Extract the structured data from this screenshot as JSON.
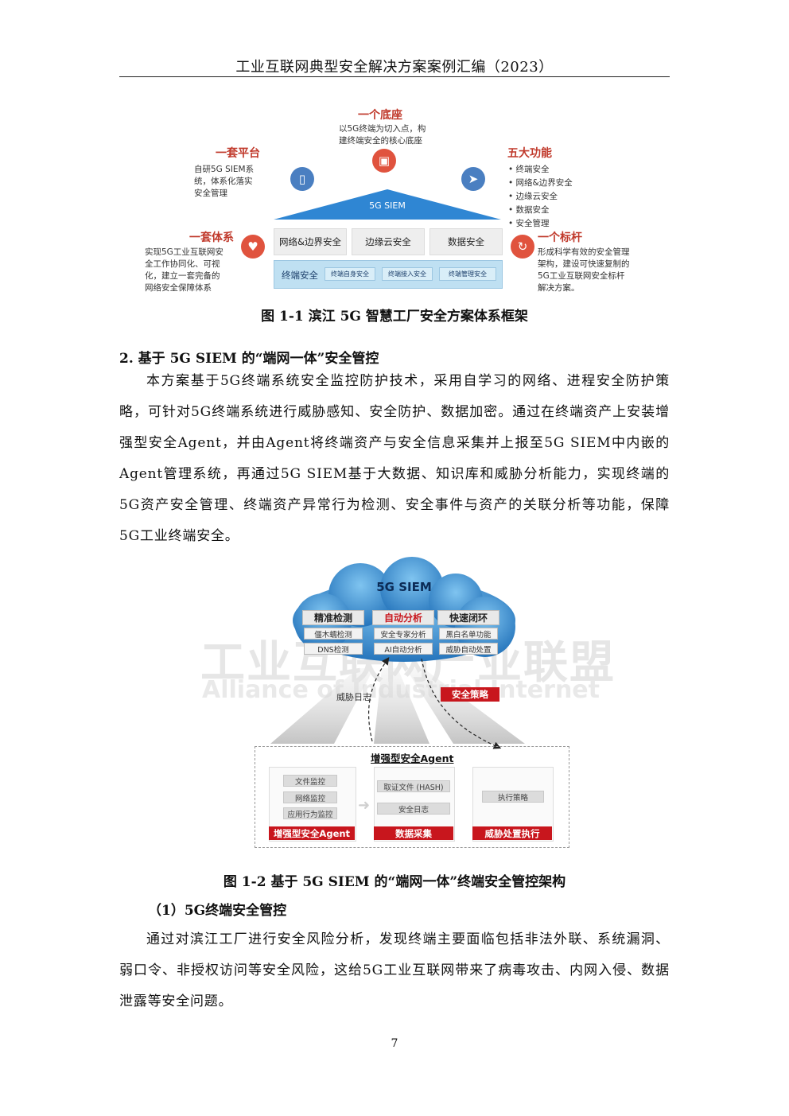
{
  "header": {
    "title": "工业互联网典型安全解决方案案例汇编（2023）"
  },
  "figure1": {
    "top": {
      "title": "一个底座",
      "text": [
        "以5G终端为切入点，构",
        "建终端安全的核心底座"
      ]
    },
    "top_left": {
      "title": "一套平台",
      "text": [
        "自研5G SIEM系",
        "统，体系化落实",
        "安全管理"
      ]
    },
    "top_right": {
      "title": "五大功能",
      "items": [
        "终端安全",
        "网络&边界安全",
        "边缘云安全",
        "数据安全",
        "安全管理"
      ]
    },
    "bottom_left": {
      "title": "一套体系",
      "text": [
        "实现5G工业互联网安",
        "全工作协同化、可视",
        "化，建立一套完备的",
        "网络安全保障体系"
      ]
    },
    "bottom_right": {
      "title": "一个标杆",
      "text": [
        "形成科学有效的安全管理",
        "架构，建设可快速复制的",
        "5G工业互联网安全标杆",
        "解决方案。"
      ]
    },
    "roof_label": "5G SIEM",
    "row1": [
      "网络&边界安全",
      "边缘云安全",
      "数据安全"
    ],
    "row2_label": "终端安全",
    "row2_items": [
      "终端自身安全",
      "终端接入安全",
      "终端管理安全"
    ],
    "colors": {
      "accent_red": "#c0392b",
      "roof_blue": "#2f86d3",
      "icon_blue": "#4a7fc1"
    },
    "caption": "图 1-1  滨江 5G 智慧工厂安全方案体系框架"
  },
  "section2": {
    "heading": "2. 基于 5G SIEM 的“端网一体”安全管控",
    "paragraph": "本方案基于5G终端系统安全监控防护技术，采用自学习的网络、进程安全防护策略，可针对5G终端系统进行威胁感知、安全防护、数据加密。通过在终端资产上安装增强型安全Agent，并由Agent将终端资产与安全信息采集并上报至5G SIEM中内嵌的Agent管理系统，再通过5G SIEM基于大数据、知识库和威胁分析能力，实现终端的5G资产安全管理、终端资产异常行为检测、安全事件与资产的关联分析等功能，保障5G工业终端安全。"
  },
  "figure2": {
    "cloud_title": "5G SIEM",
    "columns": [
      {
        "title": "精准检测",
        "items": [
          "僵木蠕检测",
          "DNS检测"
        ],
        "highlight": false
      },
      {
        "title": "自动分析",
        "items": [
          "安全专家分析",
          "AI自动分析"
        ],
        "highlight": true
      },
      {
        "title": "快速闭环",
        "items": [
          "黑白名单功能",
          "威胁自动处置"
        ],
        "highlight": false
      }
    ],
    "flow_left_label": "威胁日志",
    "flow_right_label": "安全策略",
    "agent_title": "增强型安全Agent",
    "agent_groups": [
      {
        "items": [
          "文件监控",
          "网络监控",
          "应用行为监控"
        ],
        "label": "增强型安全Agent"
      },
      {
        "items": [
          "取证文件 (HASH)",
          "安全日志"
        ],
        "label": "数据采集"
      },
      {
        "items": [
          "执行策略"
        ],
        "label": "威胁处置执行"
      }
    ],
    "watermark": {
      "cn": "工业互联网产业联盟",
      "en": "Alliance of Industrial Internet"
    },
    "caption": "图 1-2  基于 5G SIEM 的“端网一体”终端安全管控架构"
  },
  "section2_1": {
    "heading": "（1）5G终端安全管控",
    "paragraph": "通过对滨江工厂进行安全风险分析，发现终端主要面临包括非法外联、系统漏洞、弱口令、非授权访问等安全风险，这给5G工业互联网带来了病毒攻击、内网入侵、数据泄露等安全问题。"
  },
  "footer": {
    "page_number": "7"
  }
}
